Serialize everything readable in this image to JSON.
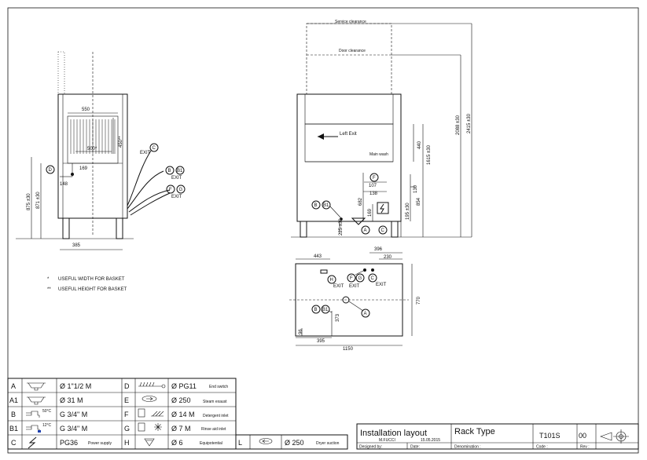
{
  "side_view": {
    "dims": {
      "width_550": "550",
      "height_450": "450**",
      "width_500": "500*",
      "d_169": "169",
      "d_148": "148",
      "h_875": "875 ±30",
      "h_871": "871 ±30",
      "w_385": "385"
    },
    "markers": {
      "d": "D",
      "c": "C",
      "b": "B",
      "b1": "B1",
      "f": "F",
      "g": "G"
    },
    "exits": {
      "c": "EXIT",
      "bb1": "EXIT",
      "fg": "EXIT"
    }
  },
  "front_view": {
    "service_clearance": "Service clearance",
    "door_clearance": "Door clearance",
    "left_exit": "Left Exit",
    "main_wash": "Main wash",
    "dims": {
      "h_440": "440",
      "h_1615": "1615 ±30",
      "h_2088": "2088 ±30",
      "h_2415": "2415 ±30",
      "d_107": "107",
      "d_138": "138",
      "d_169": "169",
      "d_682": "682",
      "d_854": "854",
      "d_195": "195 ±30",
      "d_225": "225 ±30",
      "d_130": "130"
    },
    "markers": {
      "f": "F",
      "b": "B",
      "b1": "B1",
      "a": "A",
      "c": "C"
    }
  },
  "plan_view": {
    "dims": {
      "d_443": "443",
      "d_396_top": "396",
      "d_230": "230",
      "d_770": "770",
      "d_373": "373",
      "d_96": "96",
      "d_395": "395",
      "d_1150": "1150"
    },
    "markers": {
      "h": "H",
      "f": "F",
      "g": "G",
      "c": "C",
      "a": "A",
      "b": "B",
      "b1": "B1"
    },
    "exits": {
      "h": "EXIT",
      "fg": "EXIT",
      "c": "EXIT"
    }
  },
  "notes": [
    {
      "mark": "*",
      "text": "USEFUL WIDTH FOR BASKET"
    },
    {
      "mark": "**",
      "text": "USEFUL HEIGHT FOR BASKET"
    }
  ],
  "legend_left": [
    {
      "code": "A",
      "value": "Ø 1\"1/2 M",
      "desc": ""
    },
    {
      "code": "A1",
      "value": "Ø 31 M",
      "desc": ""
    },
    {
      "code": "B",
      "temp": "50°C",
      "value": "G 3/4\" M",
      "desc": ""
    },
    {
      "code": "B1",
      "temp": "12°C",
      "value": "G 3/4\" M",
      "desc": ""
    },
    {
      "code": "C",
      "value": "PG36",
      "desc": "Power supply"
    }
  ],
  "legend_right": [
    {
      "code": "D",
      "value": "Ø PG11",
      "desc": "End switch"
    },
    {
      "code": "E",
      "value": "Ø 250",
      "desc": "Steam exaust"
    },
    {
      "code": "F",
      "value": "Ø 14 M",
      "desc": "Detergent inlet"
    },
    {
      "code": "G",
      "value": "Ø 7 M",
      "desc": "Rinse aid inlet"
    },
    {
      "code": "H",
      "value": "Ø 6",
      "desc": "Equipotential"
    }
  ],
  "legend_extra": {
    "code": "L",
    "value": "Ø 250",
    "desc": "Dryer suction"
  },
  "title_block": {
    "title": "Installation layout",
    "subtitle": "Rack Type",
    "model": "T101S",
    "rev_value": "00",
    "designed_by_label": "Designed by:",
    "designer": "M.FUCCI",
    "date_label": "Date:",
    "date": "15.05.2015",
    "denomination_label": "Denomination :",
    "code_label": "Code :",
    "rev_label": "Rev :"
  }
}
